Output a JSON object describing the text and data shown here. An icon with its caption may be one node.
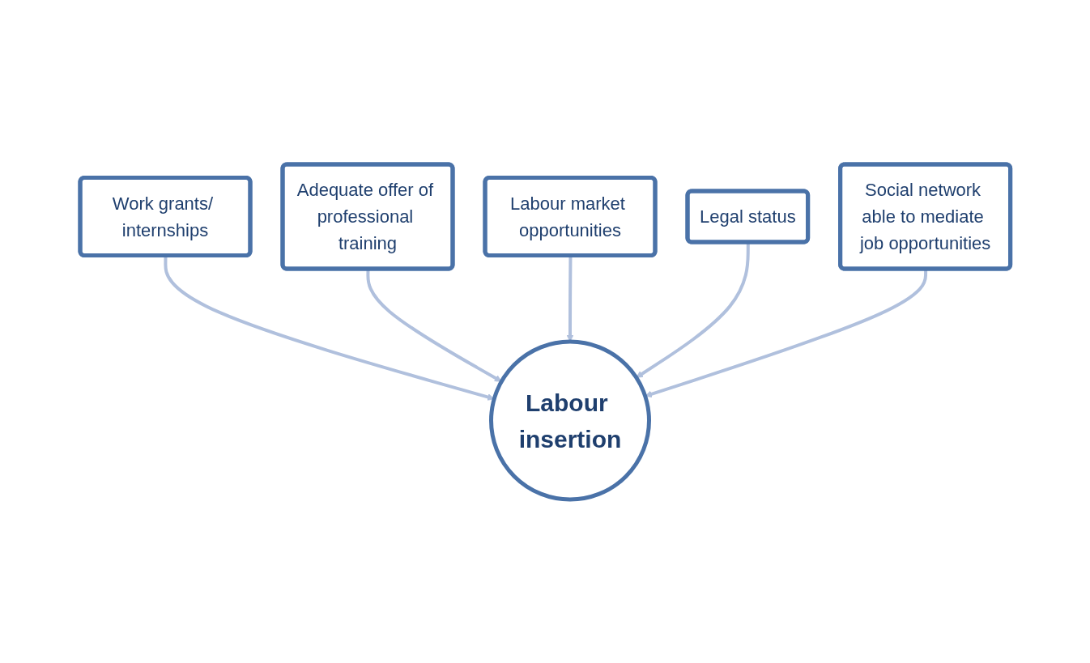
{
  "diagram": {
    "nodes": [
      {
        "text": [
          "Work grants/ internships"
        ]
      },
      {
        "text": [
          "Adequate offer of professional training"
        ]
      },
      {
        "text": [
          "Labour market opportunities"
        ]
      },
      {
        "text": [
          "Legal status"
        ]
      },
      {
        "text": [
          "Labour insertion"
        ]
      },
      {
        "text": [
          "Social network able to mediate job opportunities"
        ]
      }
    ],
    "edges": [
      {
        "from": 0,
        "to": 4,
        "arrow": "to"
      },
      {
        "from": 1,
        "to": 4,
        "arrow": "to"
      },
      {
        "from": 2,
        "to": 4,
        "arrow": "to"
      },
      {
        "from": 3,
        "to": 4,
        "arrow": "to"
      },
      {
        "from": 5,
        "to": 4,
        "arrow": "to"
      }
    ]
  }
}
